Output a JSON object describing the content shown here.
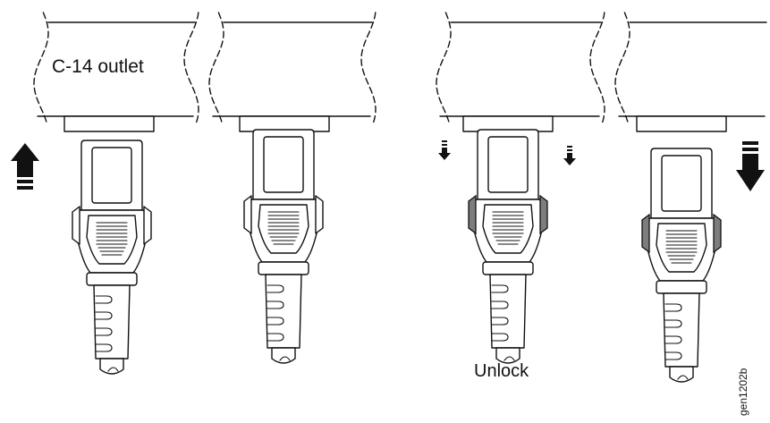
{
  "labels": {
    "outlet": "C-14 outlet",
    "unlock": "Unlock",
    "figure_id": "gen1202b"
  },
  "colors": {
    "line": "#111111",
    "latch_fill": "#7d7d7d",
    "arrow_fill": "#111111",
    "background": "#ffffff"
  },
  "icons": {
    "insert_arrow": "arrow-up-icon",
    "remove_arrow": "arrow-down-icon",
    "unlock_arrows": "arrow-down-small-icon"
  },
  "steps": [
    {
      "id": "approach",
      "latches_pressed": false
    },
    {
      "id": "inserted",
      "latches_pressed": false
    },
    {
      "id": "unlock",
      "latches_pressed": true
    },
    {
      "id": "removed",
      "latches_pressed": true
    }
  ]
}
